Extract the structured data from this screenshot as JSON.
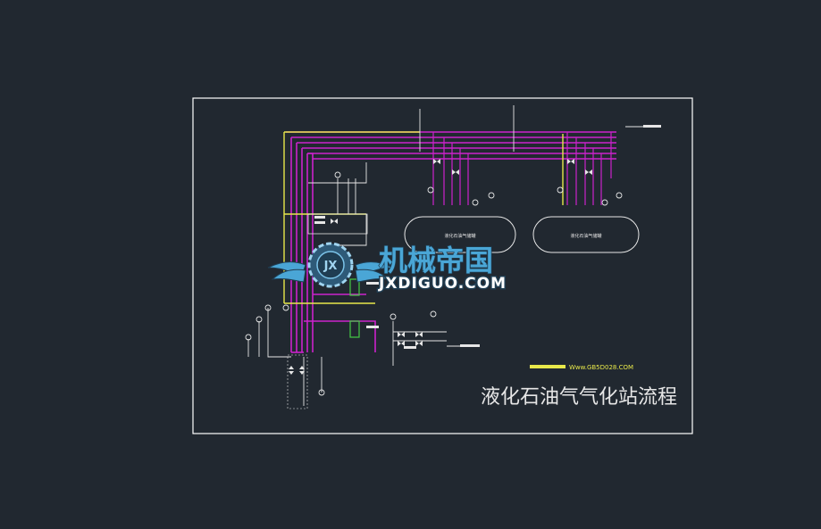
{
  "drawing": {
    "title": "液化石油气气化站流程",
    "credit_url": "Www.GB5D028.COM",
    "tank_label_1": "液化石油气储罐",
    "tank_label_2": "液化石油气储罐"
  },
  "watermark": {
    "brand_cn": "机械帝国",
    "brand_en": "JXDIGUO.COM",
    "badge": "JX"
  },
  "colors": {
    "background": "#212830",
    "frame": "#ffffff",
    "pipe_magenta": "#cc22cc",
    "pipe_yellow": "#e8e84a",
    "line_white": "#e6e6e6",
    "watermark_blue": "#4aa6d6",
    "watermark_dark": "#1f3d52"
  }
}
